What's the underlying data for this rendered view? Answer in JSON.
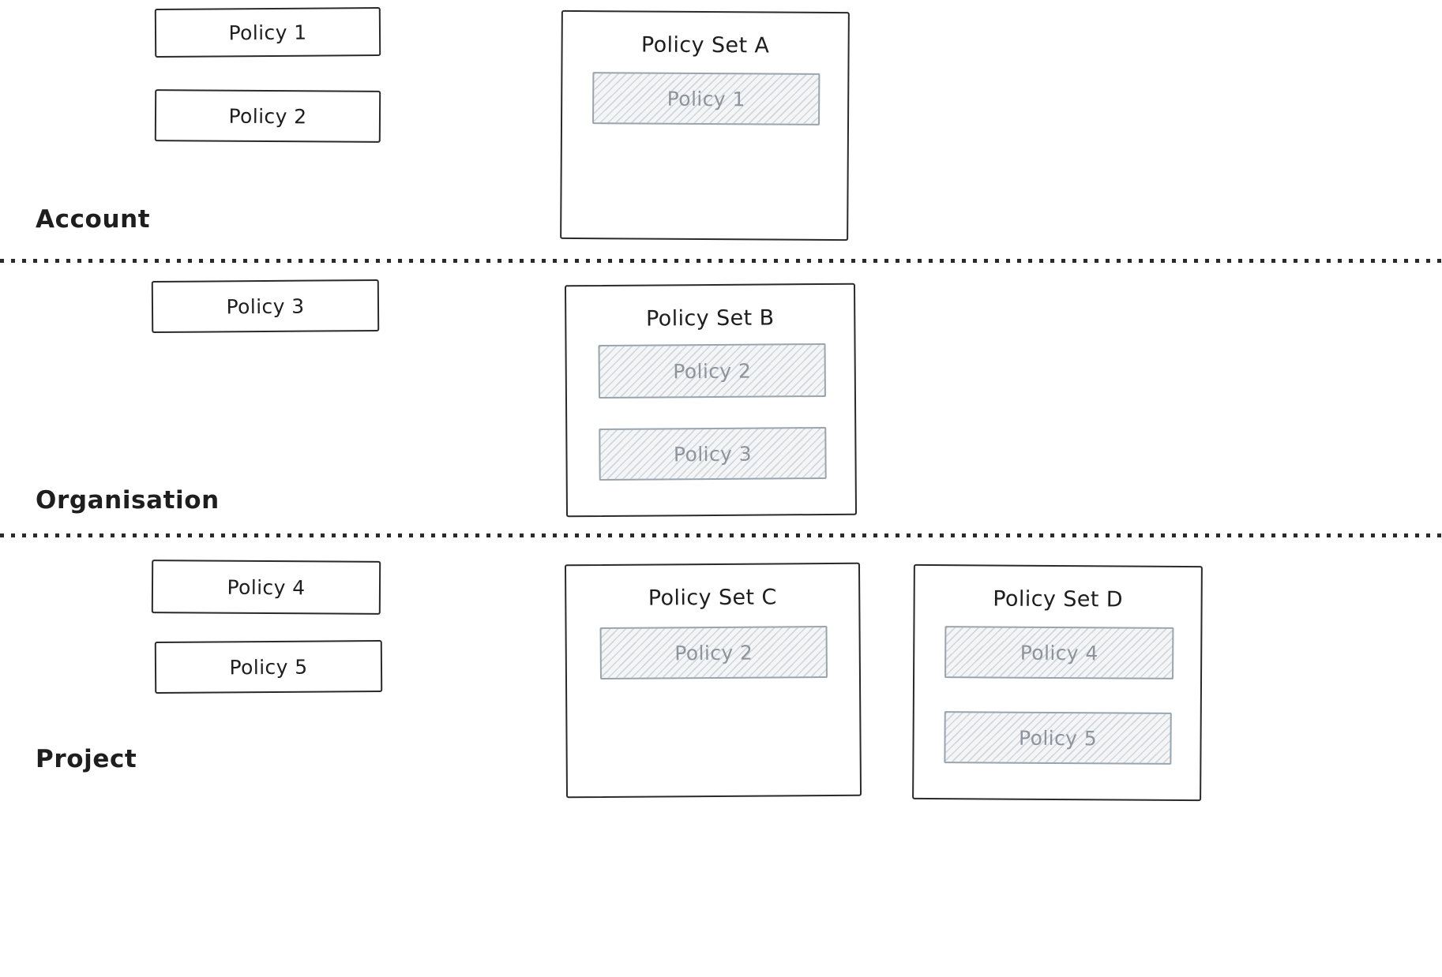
{
  "diagram": {
    "bands": [
      {
        "label": "Account",
        "policies": [
          "Policy 1",
          "Policy 2"
        ],
        "sets": [
          {
            "title": "Policy Set A",
            "members": [
              "Policy 1"
            ]
          }
        ]
      },
      {
        "label": "Organisation",
        "policies": [
          "Policy 3"
        ],
        "sets": [
          {
            "title": "Policy Set B",
            "members": [
              "Policy 2",
              "Policy 3"
            ]
          }
        ]
      },
      {
        "label": "Project",
        "policies": [
          "Policy 4",
          "Policy 5"
        ],
        "sets": [
          {
            "title": "Policy Set C",
            "members": [
              "Policy 2"
            ]
          },
          {
            "title": "Policy Set D",
            "members": [
              "Policy 4",
              "Policy 5"
            ]
          }
        ]
      }
    ],
    "colors": {
      "stroke": "#2a2a2a",
      "hatch_stroke": "#9aa4ad",
      "hatch_text": "#8d949c",
      "background": "#ffffff"
    }
  }
}
